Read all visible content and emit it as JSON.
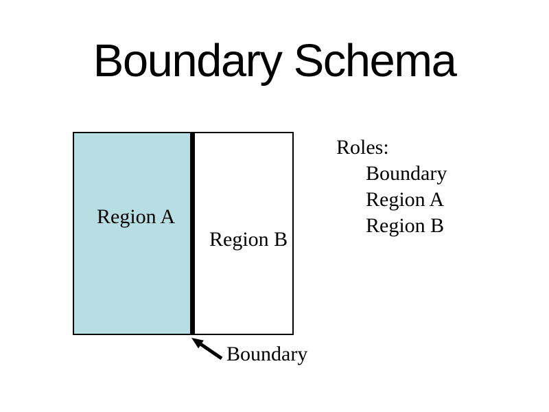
{
  "slide": {
    "title": "Boundary Schema",
    "diagram": {
      "region_a_label": "Region A",
      "region_b_label": "Region B",
      "boundary_label": "Boundary",
      "region_a_fill_color": "#b7dee3",
      "boundary_line_color": "#000000"
    },
    "roles": {
      "heading": "Roles:",
      "items": [
        "Boundary",
        "Region A",
        "Region B"
      ]
    }
  }
}
